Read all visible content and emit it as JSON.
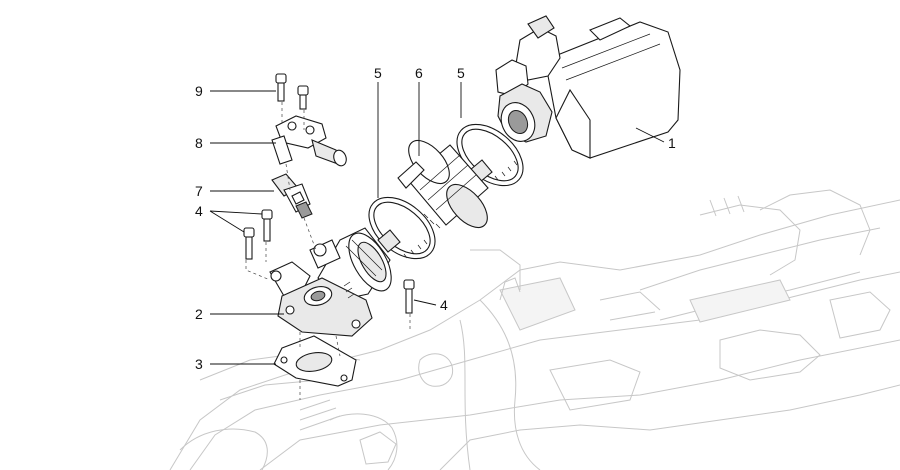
{
  "diagram": {
    "callouts": [
      {
        "id": "c1",
        "label": "1"
      },
      {
        "id": "c2",
        "label": "2"
      },
      {
        "id": "c3",
        "label": "3"
      },
      {
        "id": "c4a",
        "label": "4"
      },
      {
        "id": "c4b",
        "label": "4"
      },
      {
        "id": "c5a",
        "label": "5"
      },
      {
        "id": "c5b",
        "label": "5"
      },
      {
        "id": "c6",
        "label": "6"
      },
      {
        "id": "c7",
        "label": "7"
      },
      {
        "id": "c8",
        "label": "8"
      },
      {
        "id": "c9",
        "label": "9"
      }
    ]
  }
}
